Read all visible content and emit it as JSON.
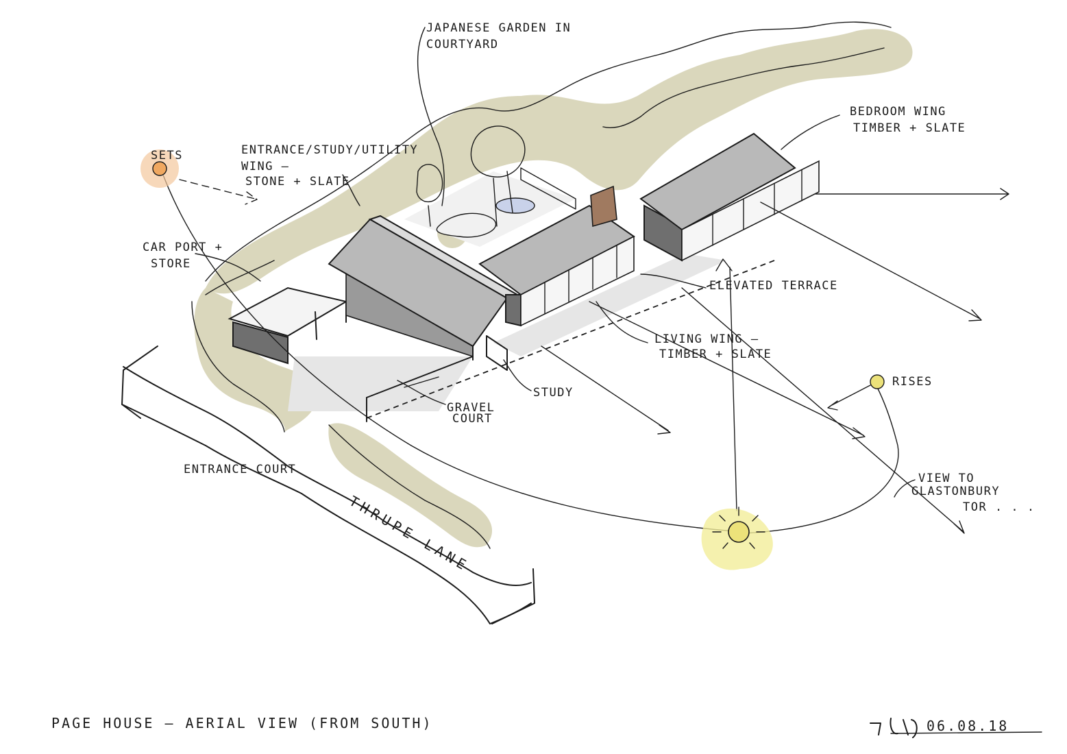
{
  "labels": {
    "japanese_garden_1": "JAPANESE GARDEN IN",
    "japanese_garden_2": "COURTYARD",
    "entrance_wing_1": "ENTRANCE/STUDY/UTILITY",
    "entrance_wing_2": "WING –",
    "entrance_wing_3": "STONE + SLATE",
    "bedroom_wing_1": "BEDROOM WING",
    "bedroom_wing_2": "TIMBER + SLATE",
    "sun_sets": "SETS",
    "carport_1": "CAR PORT +",
    "carport_2": "STORE",
    "elevated_terrace": "ELEVATED TERRACE",
    "living_wing_1": "LIVING WING –",
    "living_wing_2": "TIMBER + SLATE",
    "study": "STUDY",
    "gravel_court_1": "GRAVEL",
    "gravel_court_2": "COURT",
    "sun_rises": "RISES",
    "entrance_court": "ENTRANCE COURT",
    "lane": "THRUPE LANE",
    "view_1": "VIEW TO",
    "view_2": "GLASTONBURY",
    "view_3": "TOR . . .",
    "caption": "PAGE HOUSE – AERIAL VIEW (FROM SOUTH)",
    "signature_date": "06.08.18"
  },
  "colors": {
    "ink": "#1b1b1b",
    "roof": "#b9b9b9",
    "wall": "#6f6f6f",
    "landscape_wash": "#cdc9a6",
    "sun_rise_sun": "#ece27a",
    "sunset_sun": "#f0a860",
    "pond": "#c9d2ea"
  }
}
